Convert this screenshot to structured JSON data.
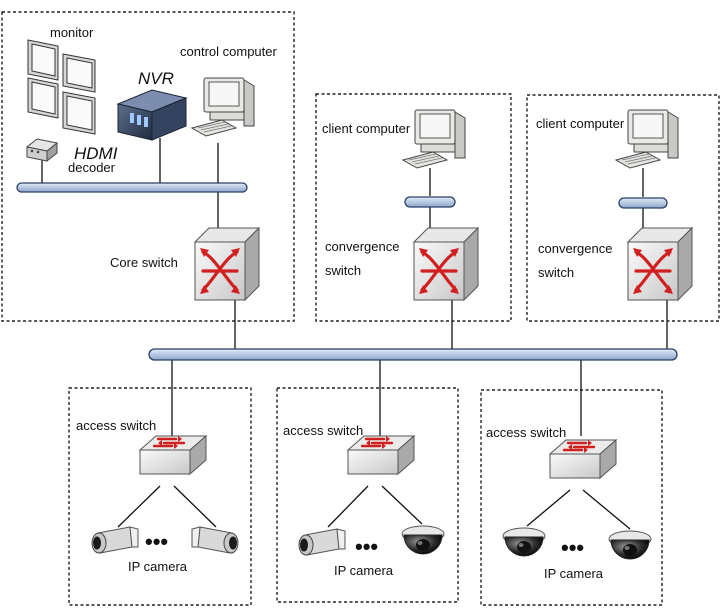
{
  "colors": {
    "bus_fill": "#c9d6ea",
    "bus_stroke": "#2b3f66",
    "switch_red": "#d21f1f",
    "box_dash": "#222222"
  },
  "core": {
    "monitor": "monitor",
    "hdmi_decoder_1": "HDMI",
    "hdmi_decoder_2": "decoder",
    "nvr": "NVR",
    "control_computer": "control computer",
    "core_switch": "Core switch"
  },
  "client_groups": [
    {
      "computer": "client computer",
      "switch_line1": "convergence",
      "switch_line2": "switch"
    },
    {
      "computer": "client computer",
      "switch_line1": "convergence",
      "switch_line2": "switch"
    }
  ],
  "access_groups": [
    {
      "switch": "access switch",
      "camera": "IP camera",
      "ellipsis": "•••",
      "cameras": [
        "bullet-camera",
        "bullet-camera"
      ]
    },
    {
      "switch": "access switch",
      "camera": "IP camera",
      "ellipsis": "•••",
      "cameras": [
        "bullet-camera",
        "dome-camera"
      ]
    },
    {
      "switch": "access switch",
      "camera": "IP camera",
      "ellipsis": "•••",
      "cameras": [
        "dome-camera",
        "dome-camera"
      ]
    }
  ]
}
